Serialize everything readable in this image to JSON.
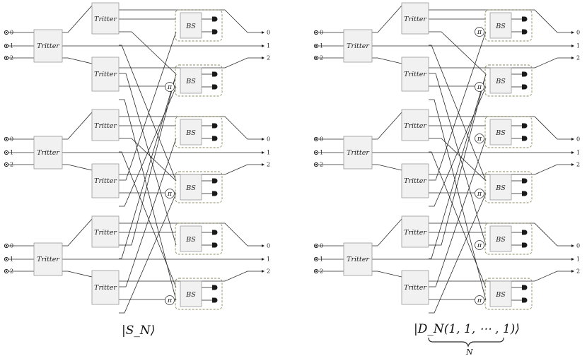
{
  "labels": {
    "tritter": "Tritter",
    "bs": "BS",
    "pi": "π",
    "ports": [
      "0",
      "1",
      "2"
    ]
  },
  "captions": {
    "left": "|S_N⟩",
    "right_main": "|D_N(1, 1, ⋯ , 1)⟩",
    "right_under": "N"
  },
  "circuits": [
    {
      "id": "left",
      "pi": [
        false,
        true,
        false,
        true,
        false,
        true
      ]
    },
    {
      "id": "right",
      "pi": [
        true,
        true,
        true,
        true,
        true,
        true
      ]
    }
  ]
}
